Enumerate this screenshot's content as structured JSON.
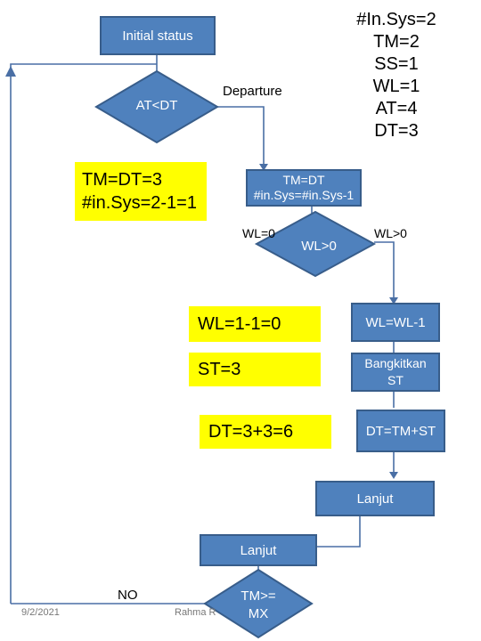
{
  "status_block": {
    "line1": "#In.Sys=2",
    "line2": "TM=2",
    "line3": "SS=1",
    "line4": "WL=1",
    "line5": "AT=4",
    "line6": "DT=3"
  },
  "nodes": {
    "initial_status": "Initial status",
    "at_lt_dt": "AT<DT",
    "departure_label": "Departure",
    "tm_dt_line1": "TM=DT",
    "tm_dt_line2": "#in.Sys=#in.Sys-1",
    "calc_left_line1": "TM=DT=3",
    "calc_left_line2": "#in.Sys=2-1=1",
    "wl_eq_0": "WL=0",
    "wl_gt_0_left": "WL>0",
    "wl_gt_0_right": "WL>0",
    "wl_calc": "WL=1-1=0",
    "wl_minus": "WL=WL-1",
    "st_calc": "ST=3",
    "bangkitkan_line1": "Bangkitkan",
    "bangkitkan_line2": "ST",
    "dt_calc": "DT=3+3=6",
    "dt_tm_st": "DT=TM+ST",
    "lanjut_right": "Lanjut",
    "lanjut_left": "Lanjut",
    "no_label": "NO",
    "tm_mx_line1": "TM>=",
    "tm_mx_line2": "MX"
  },
  "footer": {
    "date": "9/2/2021",
    "author_partial": "Rahma R"
  },
  "colors": {
    "box_fill": "#4f81bd",
    "box_border": "#385d8a",
    "highlight": "#ffff00",
    "connector": "#4a6fa5"
  }
}
